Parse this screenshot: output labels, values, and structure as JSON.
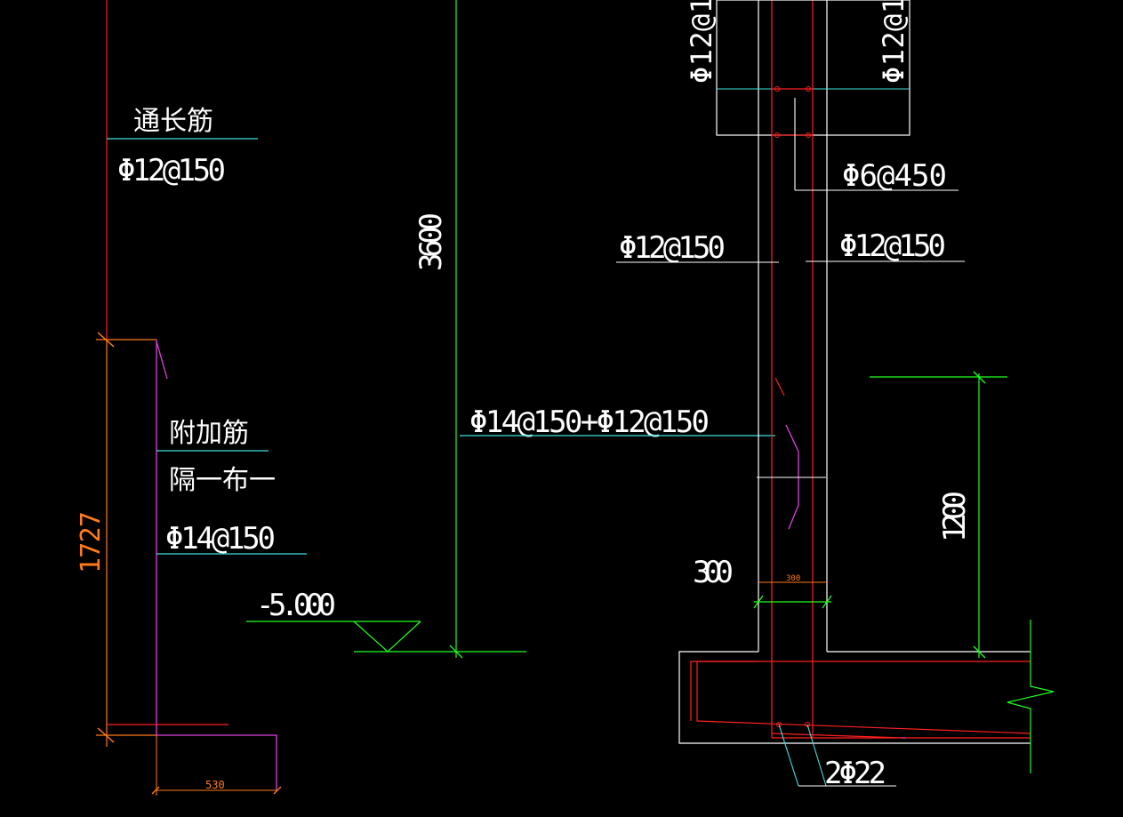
{
  "annotations": {
    "through_bar_title": "通长筋",
    "through_bar_spec": "Φ12@150",
    "additional_bar_title": "附加筋",
    "alternate_note": "隔一布一",
    "additional_bar_spec": "Φ14@150",
    "elevation": "-5.000",
    "height_dim": "3600",
    "left_dim": "1727",
    "bottom_dim": "530",
    "combined_spec": "Φ14@150+Φ12@150",
    "wall_top_left_spec": "Φ12@1",
    "wall_top_right_spec": "Φ12@1",
    "tie_spec": "Φ6@450",
    "wall_mid_left_spec": "Φ12@150",
    "wall_mid_right_spec": "Φ12@150",
    "wall_thickness": "300",
    "wall_thickness_small": "300",
    "footing_dim": "1200",
    "bottom_bars": "2Φ22"
  },
  "colors": {
    "background": "#000000",
    "outline": "#ffffff",
    "rebar": "#ff2020",
    "dimension": "#20ff20",
    "leader": "#40e0e0",
    "additional_bar": "#e040e0",
    "orange_dim": "#ff7a1a"
  }
}
